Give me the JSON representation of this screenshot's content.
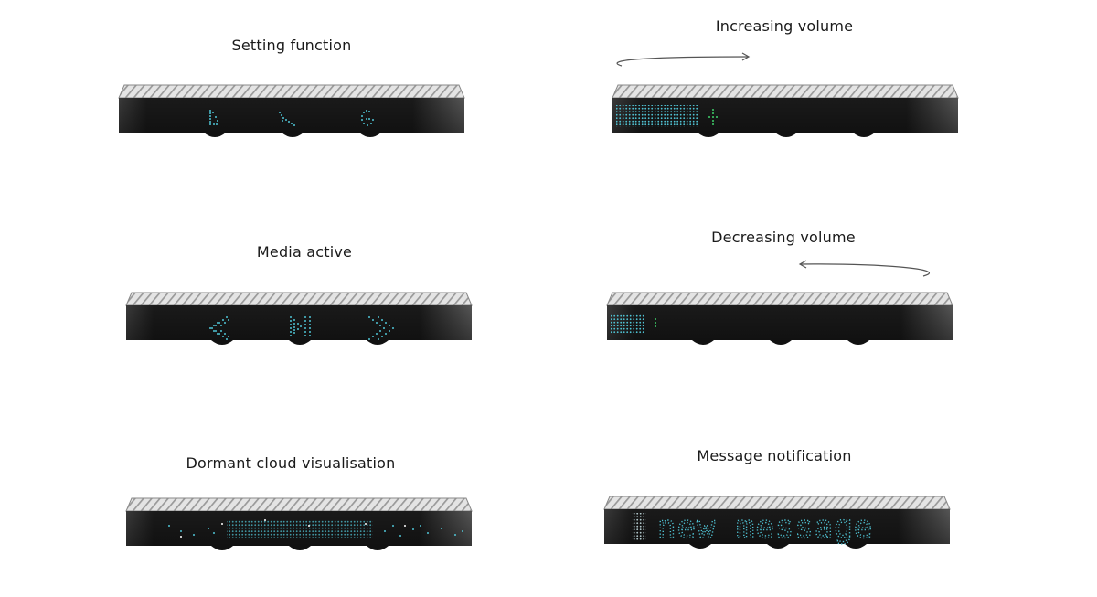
{
  "captions": {
    "setting_function": "Setting function",
    "increasing_volume": "Increasing volume",
    "media_active": "Media active",
    "decreasing_volume": "Decreasing volume",
    "dormant_cloud": "Dormant cloud visualisation",
    "message_notification": "Message notification"
  },
  "screens": {
    "message_text": "new message"
  },
  "colors": {
    "led": "#4fc3d4",
    "led_green": "#3ecf6a",
    "body": "#1c1c1c",
    "grille": "#dcdcdc"
  }
}
